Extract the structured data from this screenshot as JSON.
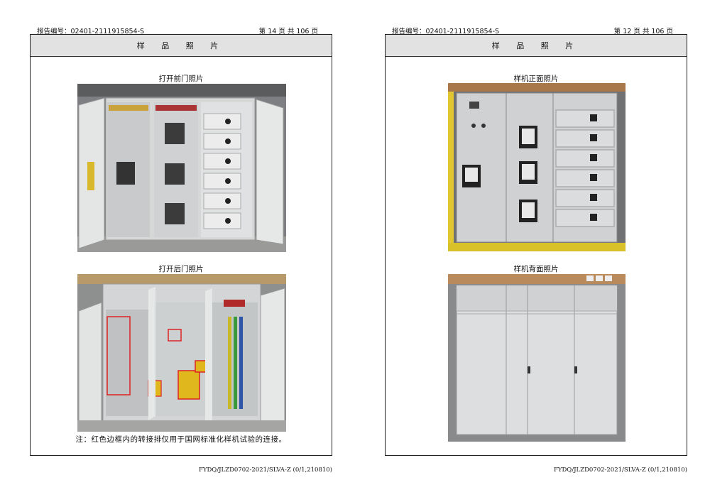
{
  "pages": [
    {
      "report_label": "报告编号：02401-2111915854-S",
      "page_info": "第 14 页    共 106 页",
      "section_title": "样 品 照 片",
      "photos": [
        {
          "caption": "打开前门照片"
        },
        {
          "caption": "打开后门照片"
        }
      ],
      "note": "注：红色边框内的转接排仅用于国网标准化样机试验的连接。",
      "footer": "FYDQ/JLZD0702-2021/SLVA-Z (0/1,210810)"
    },
    {
      "report_label": "报告编号：02401-2111915854-S",
      "page_info": "第 12 页    共 106 页",
      "section_title": "样 品 照 片",
      "photos": [
        {
          "caption": "样机正面照片"
        },
        {
          "caption": "样机背面照片"
        }
      ],
      "footer": "FYDQ/JLZD0702-2021/SLVA-Z (0/1,210810)"
    }
  ]
}
